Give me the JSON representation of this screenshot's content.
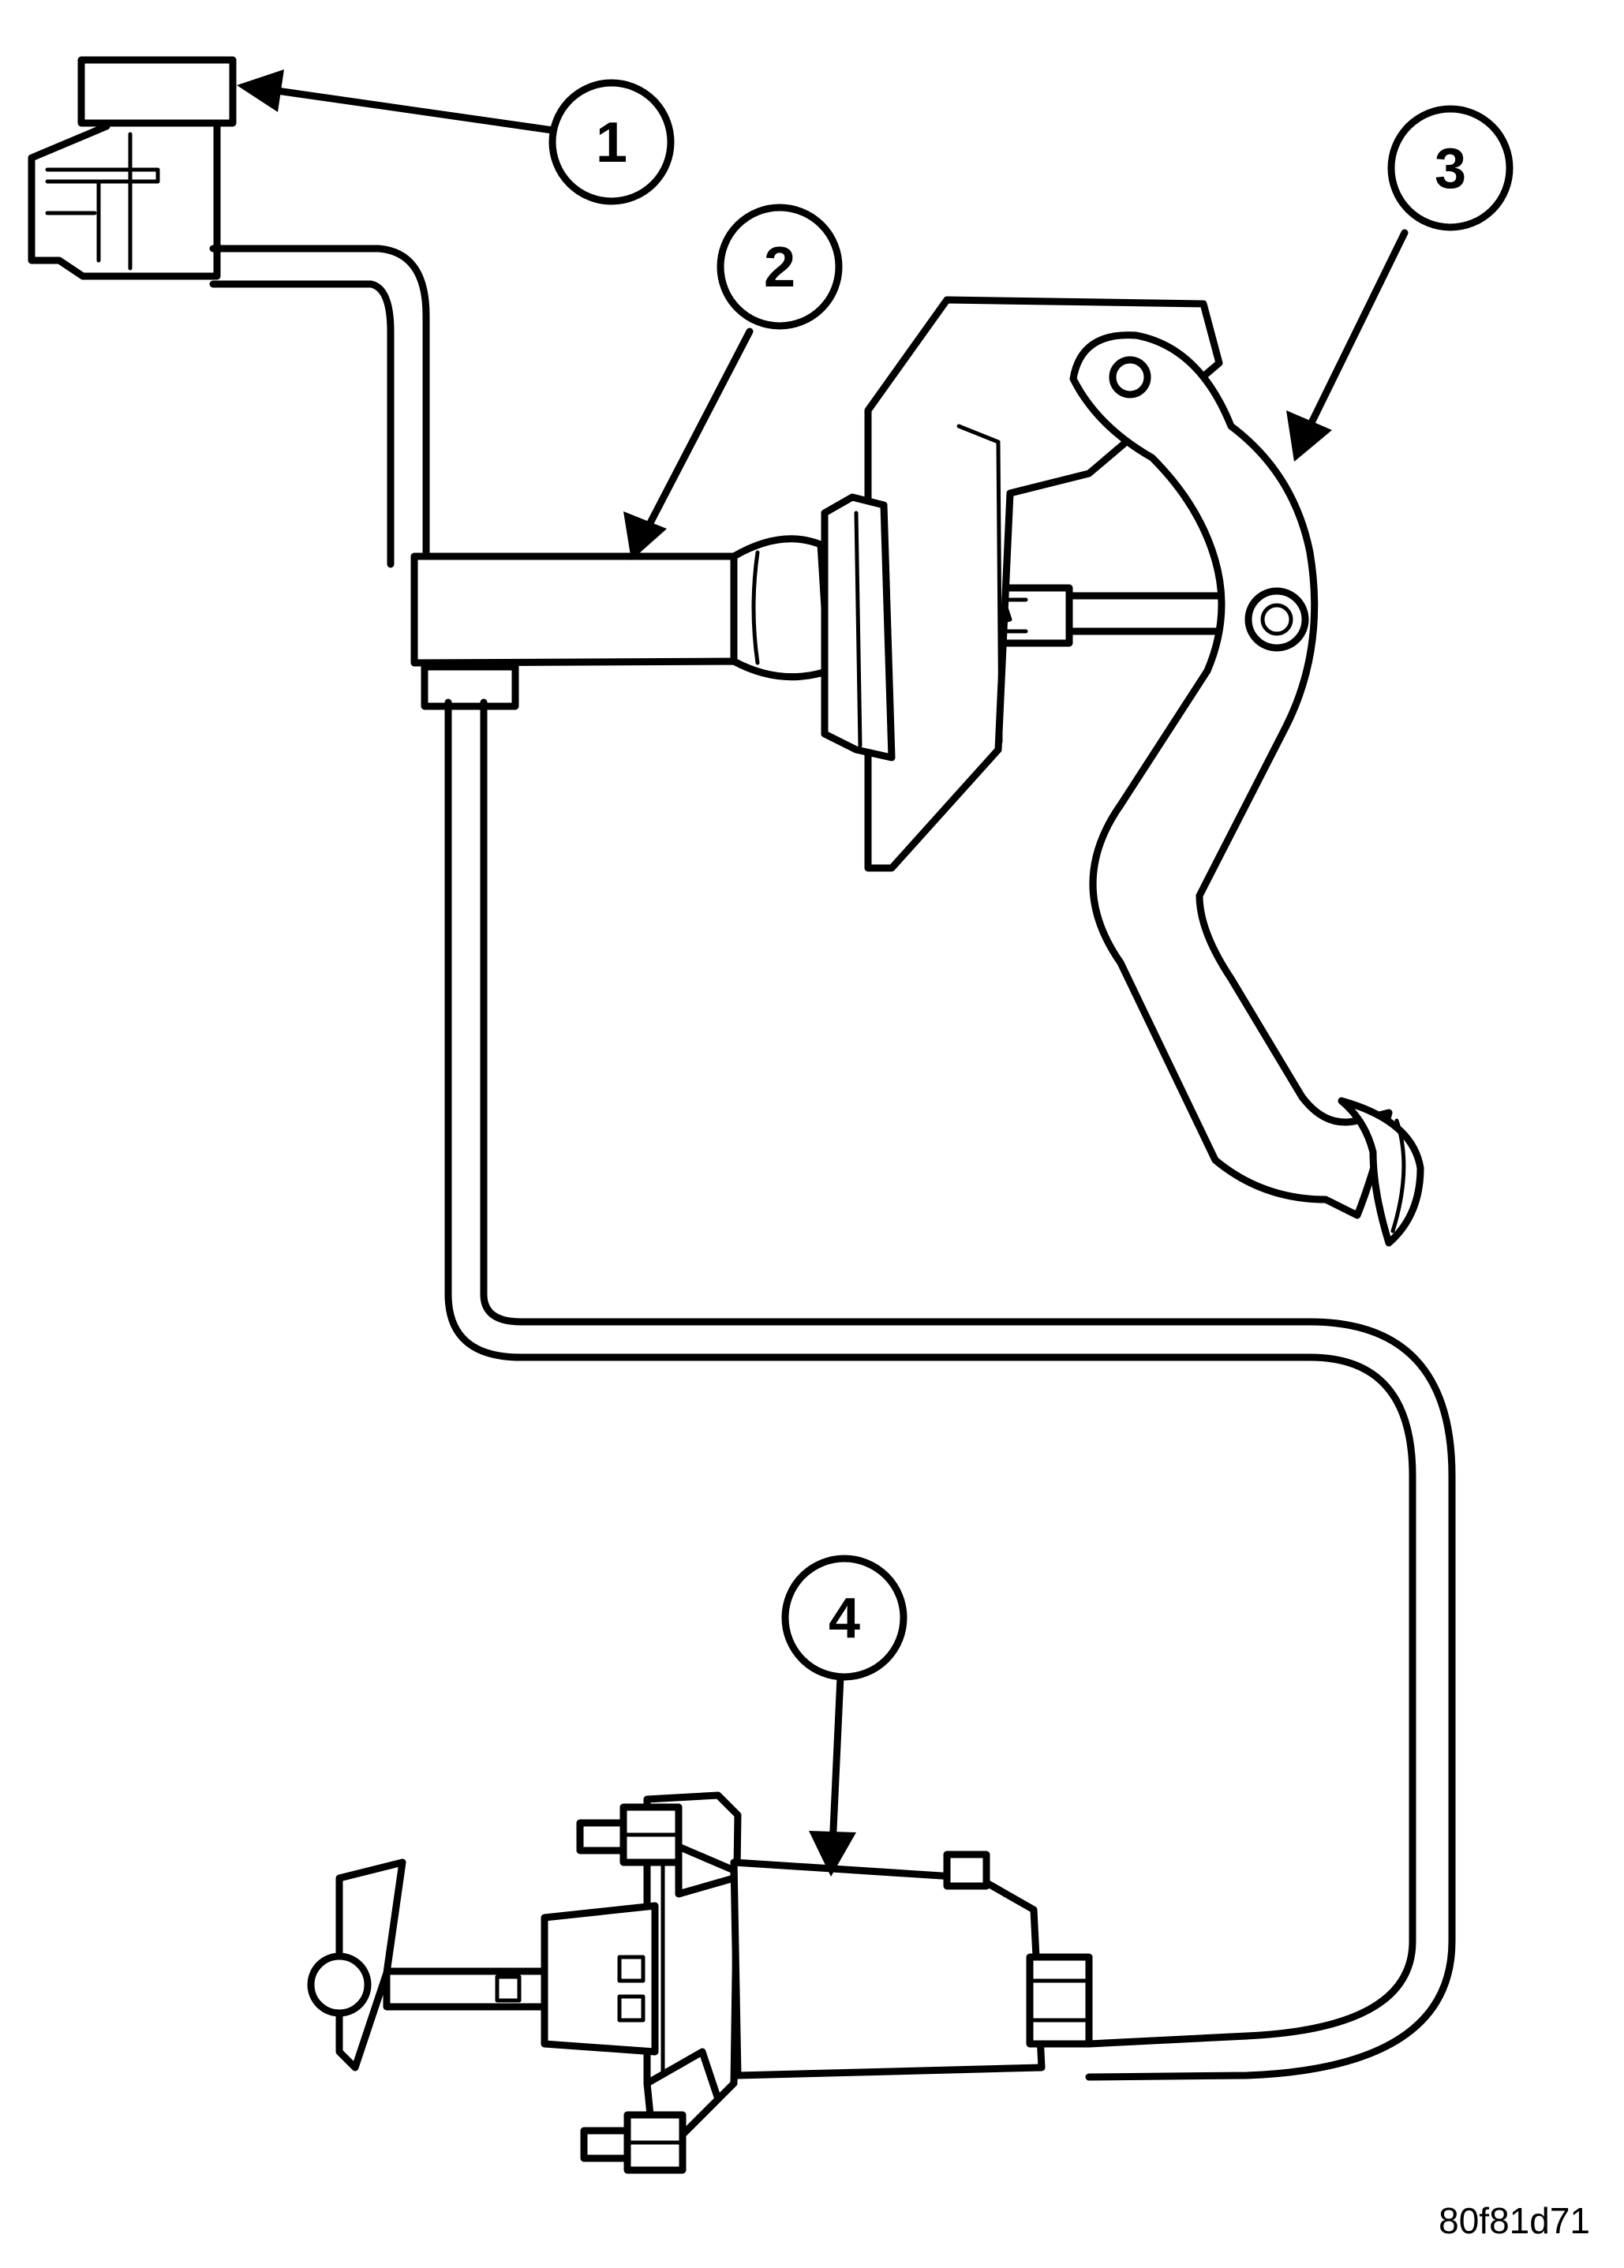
{
  "callouts": [
    {
      "id": "1",
      "label": "1"
    },
    {
      "id": "2",
      "label": "2"
    },
    {
      "id": "3",
      "label": "3"
    },
    {
      "id": "4",
      "label": "4"
    }
  ],
  "figure_code": "80f81d71"
}
